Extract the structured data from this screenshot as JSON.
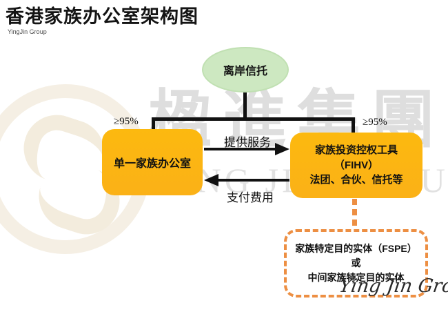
{
  "header": {
    "title": "香港家族办公室架构图",
    "subtitle": "YingJin Group"
  },
  "diagram": {
    "trust_ellipse": "离岸信托",
    "ownership_left": "≥95%",
    "ownership_right": "≥95%",
    "single_family_office": "单一家族办公室",
    "fihv_lines": [
      "家族投资控权工具",
      "（FIHV）",
      "法团、合伙、信托等"
    ],
    "service_arrow_label": "提供服务",
    "payment_arrow_label": "支付费用",
    "fspe_lines": [
      "家族特定目的实体（FSPE）",
      "或",
      "中间家族特定目的实体"
    ]
  },
  "watermarks": {
    "cn": "楹進集團",
    "en": "YING JIN GROUP",
    "script": "Ying Jin Group"
  },
  "colors": {
    "node_fill": "#FBB414",
    "ellipse_fill": "#CDE8C1",
    "dashed_accent": "#ED8F43",
    "connector": "#111111",
    "watermark_gray": "#D6D6D6"
  }
}
